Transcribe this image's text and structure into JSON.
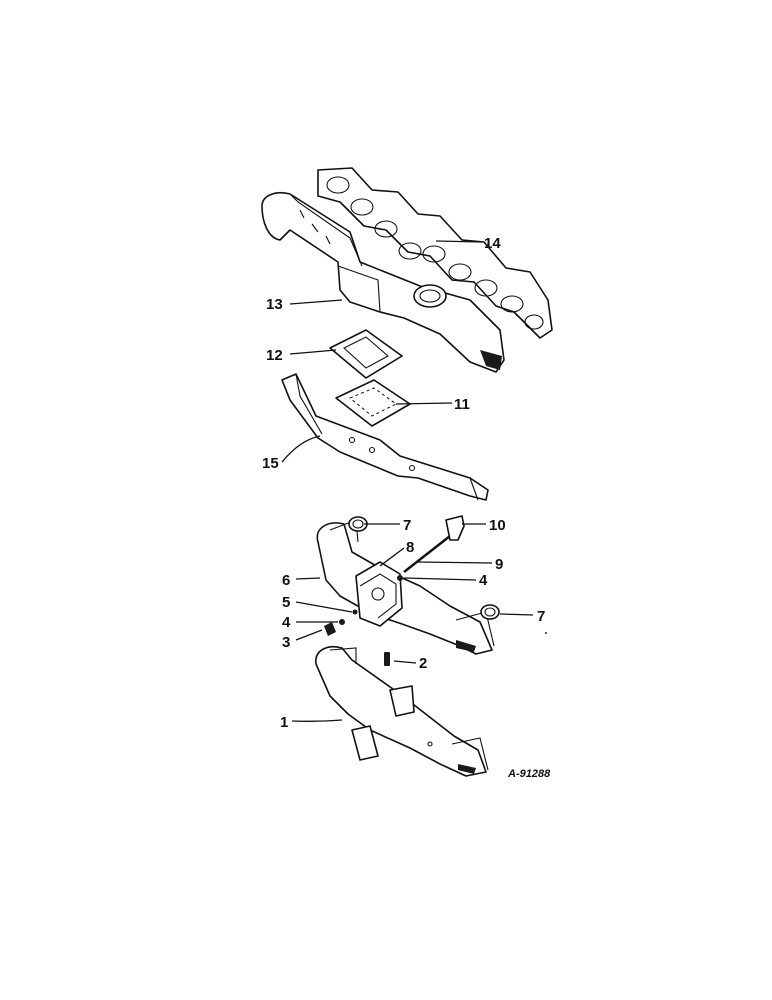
{
  "figure_ref": "A-91288",
  "callouts": {
    "c1": "1",
    "c2": "2",
    "c3": "3",
    "c4a": "4",
    "c4b": "4",
    "c5": "5",
    "c6": "6",
    "c7a": "7",
    "c7b": "7",
    "c8": "8",
    "c9": "9",
    "c10": "10",
    "c11": "11",
    "c12": "12",
    "c13": "13",
    "c14": "14",
    "c15": "15"
  }
}
